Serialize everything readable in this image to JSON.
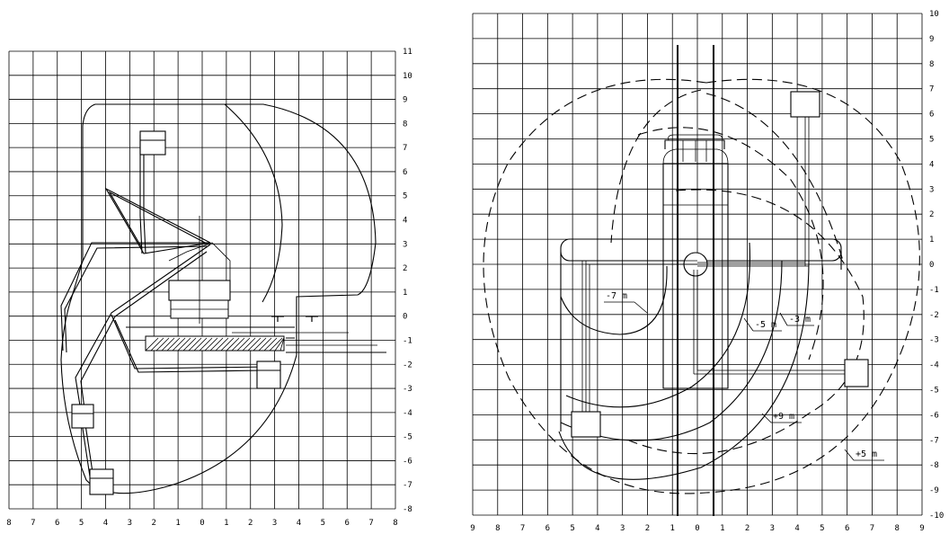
{
  "left_chart": {
    "x_ticks": [
      "8",
      "7",
      "6",
      "5",
      "4",
      "3",
      "2",
      "1",
      "0",
      "1",
      "2",
      "3",
      "4",
      "5",
      "6",
      "7",
      "8"
    ],
    "y_ticks": [
      "11",
      "10",
      "9",
      "8",
      "7",
      "6",
      "5",
      "4",
      "3",
      "2",
      "1",
      "0",
      "-1",
      "-2",
      "-3",
      "-4",
      "-5",
      "-6",
      "-7",
      "-8"
    ]
  },
  "right_chart": {
    "x_ticks": [
      "9",
      "8",
      "7",
      "6",
      "5",
      "4",
      "3",
      "2",
      "1",
      "0",
      "1",
      "2",
      "3",
      "4",
      "5",
      "6",
      "7",
      "8",
      "9"
    ],
    "y_ticks": [
      "10",
      "9",
      "8",
      "7",
      "6",
      "5",
      "4",
      "3",
      "2",
      "1",
      "0",
      "-1",
      "-2",
      "-3",
      "-4",
      "-5",
      "-6",
      "-7",
      "-8",
      "-9",
      "-10"
    ],
    "annotations": [
      "-7 m",
      "-5 m",
      "-3 m",
      "+9 m",
      "+5 m"
    ]
  }
}
